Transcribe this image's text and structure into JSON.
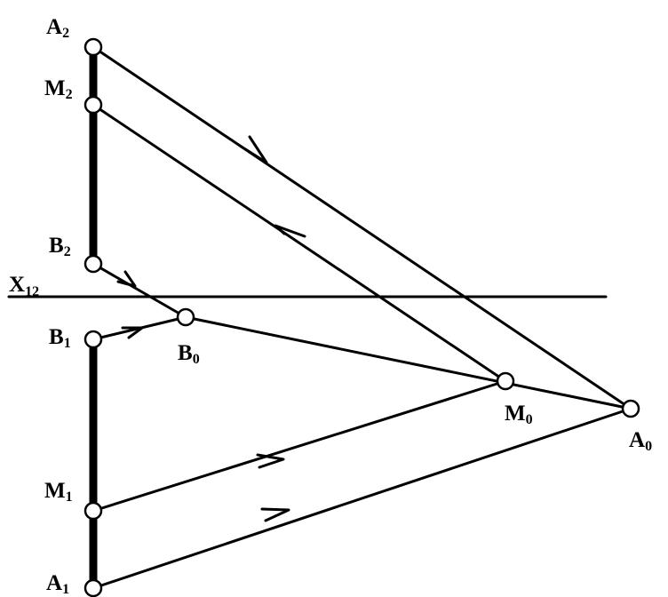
{
  "colors": {
    "ink": "#000000",
    "paper": "#ffffff"
  },
  "axis": {
    "name": "X",
    "sub": "12"
  },
  "labels": {
    "A2": {
      "main": "A",
      "sub": "2"
    },
    "M2": {
      "main": "M",
      "sub": "2"
    },
    "B2": {
      "main": "B",
      "sub": "2"
    },
    "B1": {
      "main": "B",
      "sub": "1"
    },
    "B0": {
      "main": "B",
      "sub": "0"
    },
    "M1": {
      "main": "M",
      "sub": "1"
    },
    "A1": {
      "main": "A",
      "sub": "1"
    },
    "M0": {
      "main": "M",
      "sub": "0"
    },
    "A0": {
      "main": "A",
      "sub": "0"
    }
  }
}
